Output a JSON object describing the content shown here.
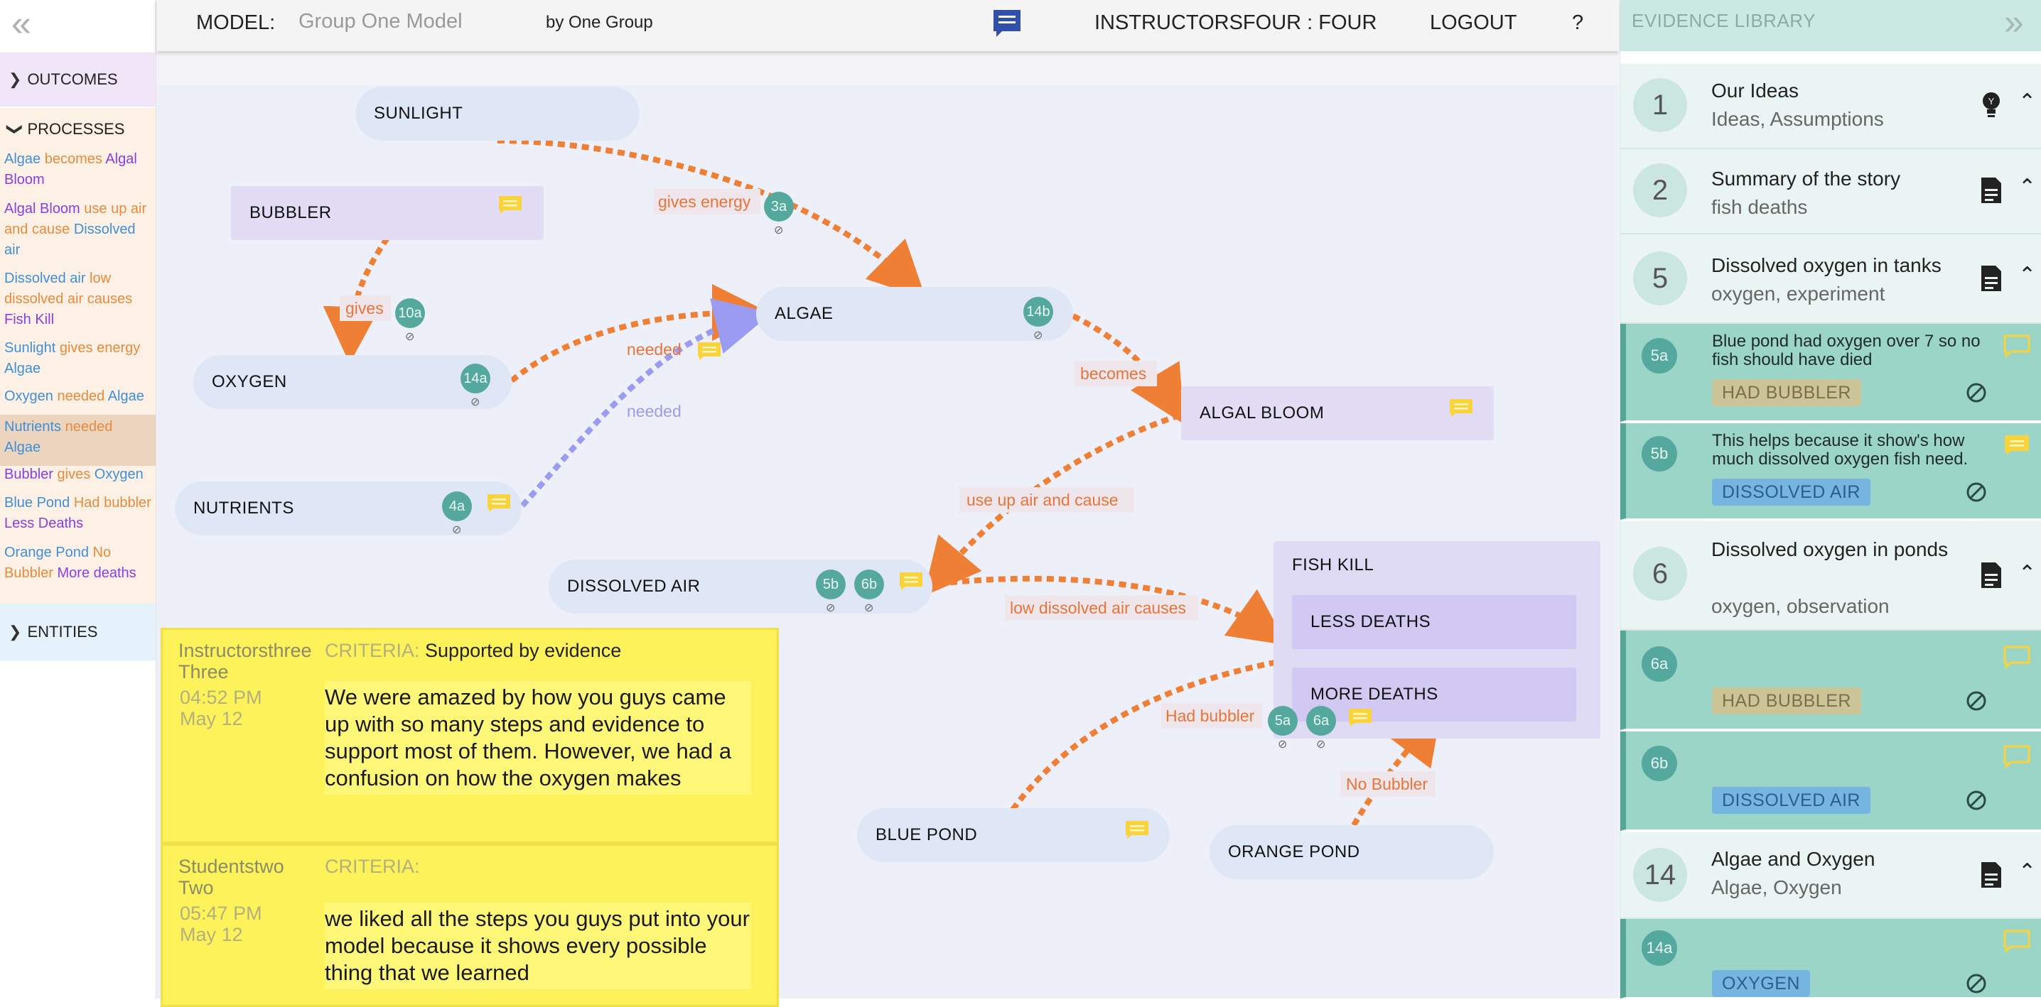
{
  "sidebar": {
    "outcomes": "OUTCOMES",
    "processes": "PROCESSES",
    "entities": "ENTITIES",
    "process_items": [
      {
        "a": "Algae",
        "v": "becomes",
        "b": "Algal Bloom"
      },
      {
        "a": "Algal Bloom",
        "v": "use up air and cause",
        "b": "Dissolved air"
      },
      {
        "a": "Dissolved air",
        "v": "low dissolved air causes",
        "b": "Fish Kill"
      },
      {
        "a": "Sunlight",
        "v": "gives energy",
        "b": "Algae"
      },
      {
        "a": "Oxygen",
        "v": "needed",
        "b": "Algae"
      },
      {
        "a": "Nutrients",
        "v": "needed",
        "b": "Algae"
      },
      {
        "a": "Bubbler",
        "v": "gives",
        "b": "Oxygen"
      },
      {
        "a": "Blue Pond",
        "v": "Had bubbler",
        "b": "Less Deaths"
      },
      {
        "a": "Orange Pond",
        "v": "No Bubbler",
        "b": "More deaths"
      }
    ]
  },
  "header": {
    "model_label": "MODEL:",
    "model_name": "Group One Model",
    "by": "by One Group",
    "user": "INSTRUCTORSFOUR : FOUR",
    "logout": "LOGOUT",
    "help": "?"
  },
  "diagram": {
    "nodes": {
      "sunlight": "SUNLIGHT",
      "bubbler": "BUBBLER",
      "oxygen": "OXYGEN",
      "nutrients": "NUTRIENTS",
      "algae": "ALGAE",
      "algal_bloom": "ALGAL BLOOM",
      "dissolved_air": "DISSOLVED AIR",
      "fish_kill": "FISH KILL",
      "less_deaths": "LESS DEATHS",
      "more_deaths": "MORE DEATHS",
      "blue_pond": "BLUE POND",
      "orange_pond": "ORANGE POND"
    },
    "links": {
      "gives_energy": "gives energy",
      "gives": "gives",
      "needed_oxygen": "needed",
      "needed_nutrients": "needed",
      "becomes": "becomes",
      "use_up_air": "use up air and cause",
      "low_dissolved": "low dissolved air causes",
      "had_bubbler": "Had bubbler",
      "no_bubbler": "No Bubbler"
    },
    "badges": {
      "b3a": "3a",
      "b10a": "10a",
      "b14a": "14a",
      "b14b": "14b",
      "b4a": "4a",
      "b5b": "5b",
      "b6b": "6b",
      "b5a": "5a",
      "b6a": "6a"
    },
    "slash": "⊘"
  },
  "comments": [
    {
      "author": "Instructorsthree Three",
      "time": "04:52 PM",
      "date": "May 12",
      "criteria_label": "CRITERIA:",
      "criteria": "Supported by evidence",
      "body": "We were amazed by how you guys came up with so many steps and evidence to support most of them. However, we had a confusion on how the oxygen makes"
    },
    {
      "author": "Studentstwo Two",
      "time": "05:47 PM",
      "date": "May 12",
      "criteria_label": "CRITERIA:",
      "criteria": "",
      "body": "we liked all the steps you guys put into your model because it shows every possible thing that we learned"
    }
  ],
  "library": {
    "title": "EVIDENCE LIBRARY",
    "items": [
      {
        "num": "1",
        "title": "Our Ideas",
        "sub": "Ideas, Assumptions"
      },
      {
        "num": "2",
        "title": "Summary of the story",
        "sub": "fish deaths"
      },
      {
        "num": "5",
        "title": "Dissolved oxygen in tanks",
        "sub": "oxygen, experiment"
      },
      {
        "num": "6",
        "title": "Dissolved oxygen in ponds",
        "sub": "oxygen, observation"
      },
      {
        "num": "14",
        "title": "Algae and Oxygen",
        "sub": "Algae, Oxygen"
      }
    ],
    "evidence": [
      {
        "id": "5a",
        "text": "Blue pond had oxygen over 7 so no fish should have died",
        "tag": "HAD BUBBLER"
      },
      {
        "id": "5b",
        "text": "This helps because it show's how much dissolved oxygen fish need.",
        "tag": "DISSOLVED AIR"
      },
      {
        "id": "6a",
        "text": "",
        "tag": "HAD BUBBLER"
      },
      {
        "id": "6b",
        "text": "",
        "tag": "DISSOLVED AIR"
      },
      {
        "id": "14a",
        "text": "",
        "tag": "OXYGEN"
      }
    ]
  },
  "colors": {
    "orange_link": "#ee7f35",
    "purple_link": "#9b9bf2",
    "teal_badge": "#55a89d",
    "comment_yellow": "#fdf25a"
  }
}
